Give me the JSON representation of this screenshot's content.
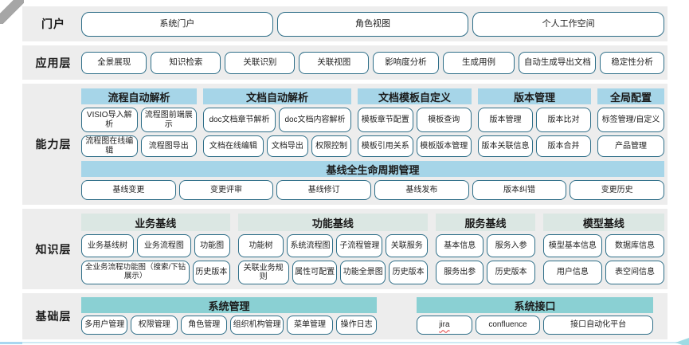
{
  "colors": {
    "band-bg": "#ededed",
    "header-blue": "#a6d5e8",
    "header-pale": "#dbe7e3",
    "header-teal": "#8ad0d3",
    "btn-border": "#2e6e88",
    "accent-line": "#cdeaf4",
    "accent-line-left": "#a8d7f0",
    "accent-arrow": "#9fdbe4",
    "corner-gray": "#a6a6a6"
  },
  "portal": {
    "label": "门户",
    "items": [
      "系统门户",
      "角色视图",
      "个人工作空间"
    ]
  },
  "app": {
    "label": "应用层",
    "items": [
      "全景展现",
      "知识检索",
      "关联识别",
      "关联视图",
      "影响度分析",
      "生成用例",
      "自动生成导出文档",
      "稳定性分析"
    ]
  },
  "cap": {
    "label": "能力层",
    "groups": [
      {
        "h": "流程自动解析",
        "r1": [
          "VISIO导入解析",
          "流程图前端展示"
        ],
        "r2": [
          "流程图在线编辑",
          "流程图导出"
        ]
      },
      {
        "h": "文档自动解析",
        "r1": [
          "doc文档章节解析",
          "doc文档内容解析"
        ],
        "r2": [
          "文档在线编辑",
          "文档导出",
          "权限控制"
        ]
      },
      {
        "h": "文档模板自定义",
        "r1": [
          "模板章节配置",
          "模板查询"
        ],
        "r2": [
          "模板引用关系",
          "模板版本管理"
        ]
      },
      {
        "h": "版本管理",
        "r1": [
          "版本管理",
          "版本比对"
        ],
        "r2": [
          "版本关联信息",
          "版本合并"
        ]
      },
      {
        "h": "全局配置",
        "r1": [
          "标签管理/自定义"
        ],
        "r2": [
          "产品管理"
        ]
      }
    ],
    "baseline": {
      "h": "基线全生命周期管理",
      "items": [
        "基线变更",
        "变更评审",
        "基线修订",
        "基线发布",
        "版本纠错",
        "变更历史"
      ]
    }
  },
  "know": {
    "label": "知识层",
    "groups": [
      {
        "h": "业务基线",
        "r1": [
          "业务基线树",
          "业务流程图",
          "功能图"
        ],
        "r2": [
          "全业务流程功能图（搜索/下钻展示）",
          "历史版本"
        ]
      },
      {
        "h": "功能基线",
        "r1": [
          "功能树",
          "系统流程图",
          "子流程管理",
          "关联服务"
        ],
        "r2": [
          "关联业务规则",
          "属性可配置",
          "功能全景图",
          "历史版本"
        ]
      },
      {
        "h": "服务基线",
        "r1": [
          "基本信息",
          "服务入参"
        ],
        "r2": [
          "服务出参",
          "历史版本"
        ]
      },
      {
        "h": "模型基线",
        "r1": [
          "模型基本信息",
          "数据库信息"
        ],
        "r2": [
          "用户信息",
          "表空间信息"
        ]
      }
    ]
  },
  "base": {
    "label": "基础层",
    "groups": [
      {
        "h": "系统管理",
        "items": [
          "多用户管理",
          "权限管理",
          "角色管理",
          "组织机构管理",
          "菜单管理",
          "操作日志"
        ]
      },
      {
        "h": "系统接口",
        "items": [
          "jira",
          "confluence",
          "接口自动化平台"
        ]
      }
    ]
  }
}
